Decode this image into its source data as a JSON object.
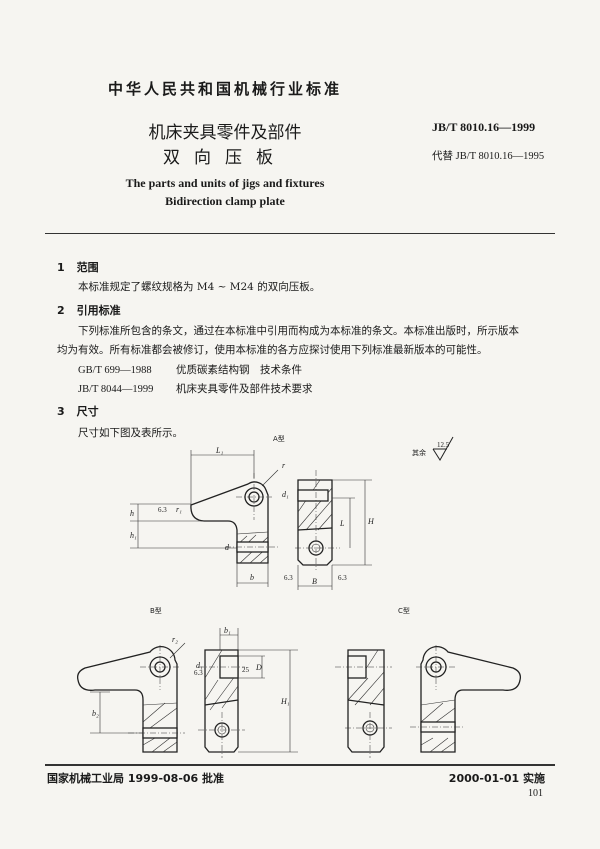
{
  "header": {
    "org_title": "中华人民共和国机械行业标准",
    "title_line1": "机床夹具零件及部件",
    "title_line2": "双向压板",
    "english_line1": "The parts and units of jigs and fixtures",
    "english_line2": "Bidirection clamp plate",
    "standard_number": "JB/T 8010.16—1999",
    "replaces": "代替 JB/T 8010.16—1995"
  },
  "sections": [
    {
      "number": "1",
      "title": "范围",
      "paragraphs": [
        "本标准规定了螺纹规格为 M4 ~ M24 的双向压板。"
      ]
    },
    {
      "number": "2",
      "title": "引用标准",
      "paragraphs": [
        "下列标准所包含的条文，通过在本标准中引用而构成为本标准的条文。本标准出版时，所示版本",
        "均为有效。所有标准都会被修订，使用本标准的各方应探讨使用下列标准最新版本的可能性。"
      ],
      "references": [
        {
          "code": "GB/T 699—1988",
          "name": "优质碳素结构钢　技术条件"
        },
        {
          "code": "JB/T 8044—1999",
          "name": "机床夹具零件及部件技术要求"
        }
      ]
    },
    {
      "number": "3",
      "title": "尺寸",
      "paragraphs": [
        "尺寸如下图及表所示。"
      ]
    }
  ],
  "drawing": {
    "type_a_label": "A型",
    "type_b_label": "B型",
    "type_c_label": "C型",
    "roughness_other_label": "其余",
    "roughness_other_value": "12.5",
    "roughness_63": "6.3",
    "roughness_25": "25",
    "dims": {
      "L1": "L₁",
      "r": "r",
      "r1": "r₁",
      "h": "h",
      "h1": "h₁",
      "d": "d",
      "d1": "d₁",
      "b": "b",
      "B": "B",
      "L": "L",
      "H": "H",
      "r2": "r₂",
      "b1": "b₁",
      "b2": "b₂",
      "D": "D",
      "H1": "H₁"
    }
  },
  "footer": {
    "approval": "国家机械工业局 1999-08-06 批准",
    "implementation": "2000-01-01 实施",
    "page_number": "101"
  }
}
